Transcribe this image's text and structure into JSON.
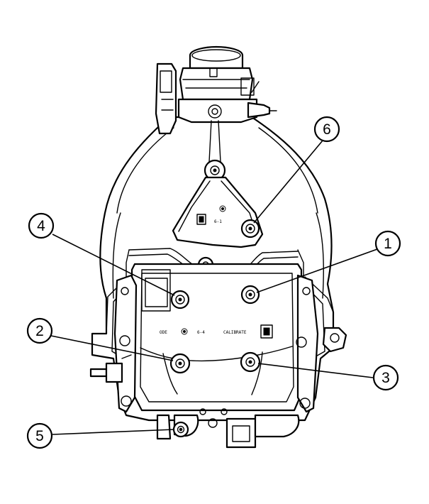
{
  "figure": {
    "callouts": [
      {
        "id": "1",
        "label": "1"
      },
      {
        "id": "2",
        "label": "2"
      },
      {
        "id": "3",
        "label": "3"
      },
      {
        "id": "4",
        "label": "4"
      },
      {
        "id": "5",
        "label": "5"
      },
      {
        "id": "6",
        "label": "6"
      }
    ],
    "cast_markings": {
      "upper_bracket": "6-1",
      "left": "ODE",
      "center": "6-4",
      "right": "CALIBRATE"
    }
  }
}
